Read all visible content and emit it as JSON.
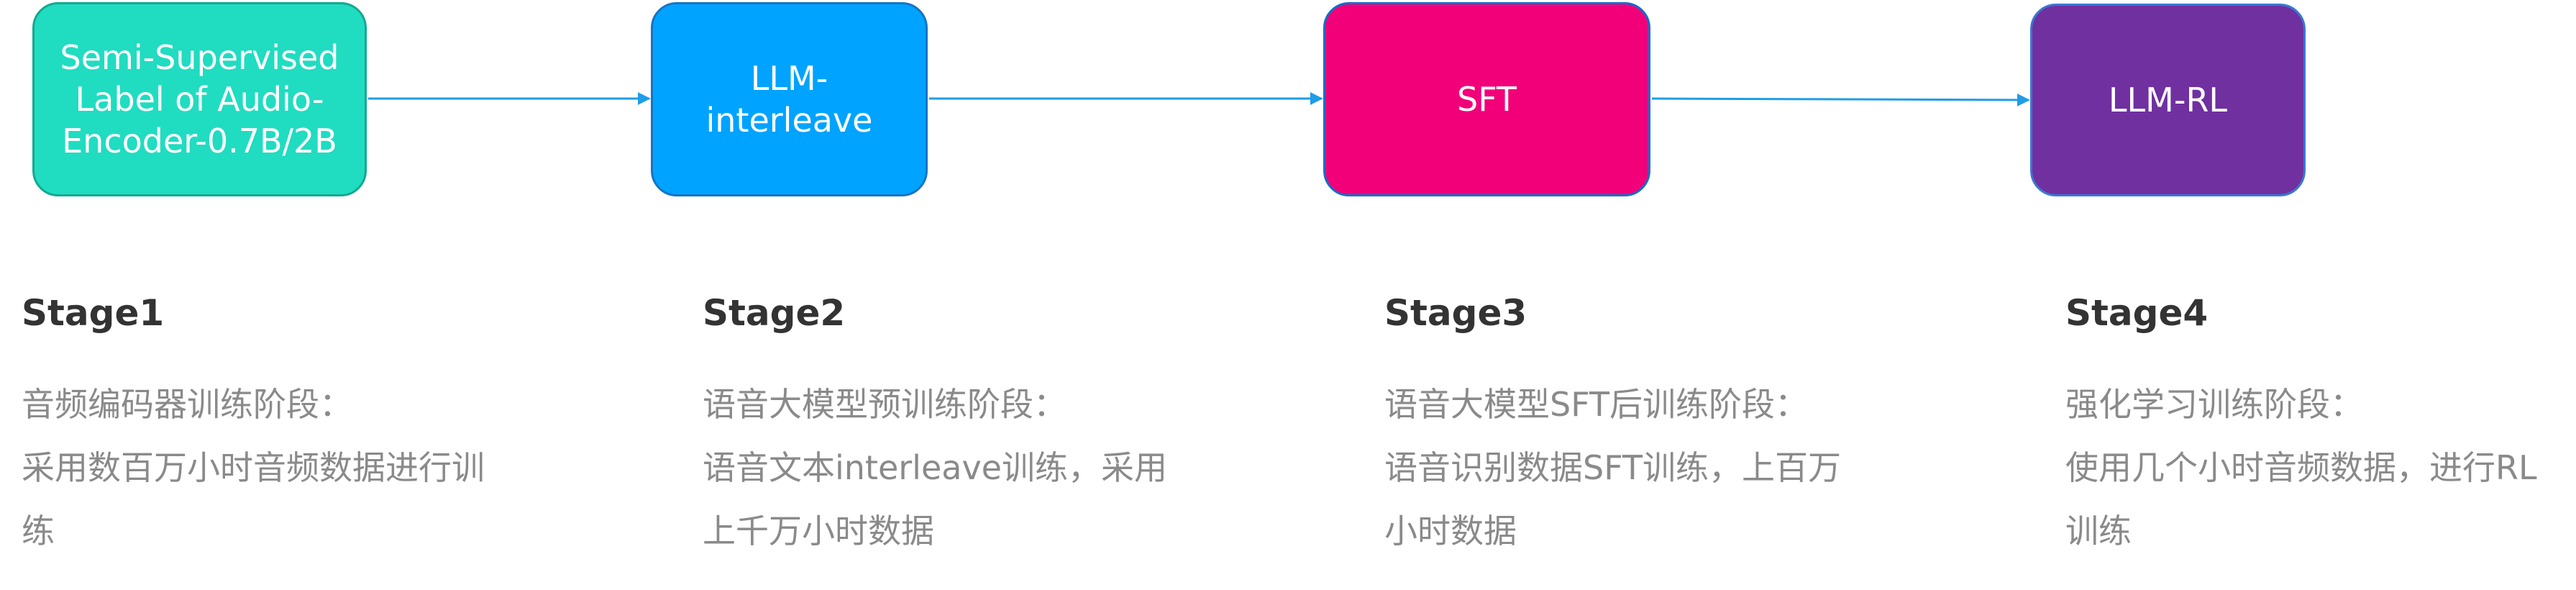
{
  "flow": {
    "boxes": [
      {
        "label": "Semi-Supervised\nLabel of Audio-\nEncoder-0.7B/2B",
        "color": "#20dcc1"
      },
      {
        "label": "LLM-\ninterleave",
        "color": "#00a3ff"
      },
      {
        "label": "SFT",
        "color": "#f2007a"
      },
      {
        "label": "LLM-RL",
        "color": "#7030a0"
      }
    ],
    "arrow_color": "#1f9de6"
  },
  "stages": [
    {
      "title": "Stage1",
      "desc": [
        "音频编码器训练阶段：",
        "采用数百万小时音频数据进行训",
        "练"
      ]
    },
    {
      "title": "Stage2",
      "desc": [
        "语音大模型预训练阶段：",
        "语音文本interleave训练，采用",
        "上千万小时数据"
      ]
    },
    {
      "title": "Stage3",
      "desc": [
        "语音大模型SFT后训练阶段：",
        "语音识别数据SFT训练，上百万",
        "小时数据"
      ]
    },
    {
      "title": "Stage4",
      "desc": [
        "强化学习训练阶段：",
        "使用几个小时音频数据，进行RL",
        "训练"
      ]
    }
  ]
}
